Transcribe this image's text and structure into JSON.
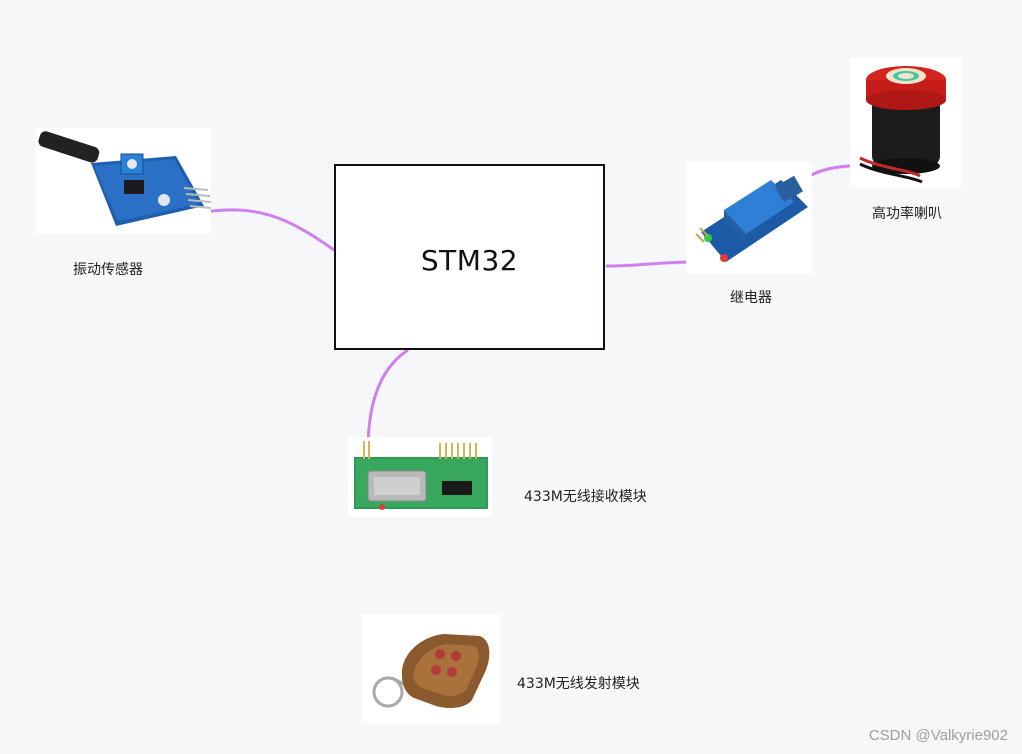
{
  "diagram": {
    "mcu_label": "STM32",
    "components": {
      "vibration_sensor": "振动传感器",
      "relay": "继电器",
      "speaker": "高功率喇叭",
      "receiver": "433M无线接收模块",
      "transmitter": "433M无线发射模块"
    },
    "colors": {
      "wire": "#d17ef0",
      "box_border": "#111111",
      "background": "#f6f7f9"
    }
  },
  "watermark": "CSDN @Valkyrie902"
}
